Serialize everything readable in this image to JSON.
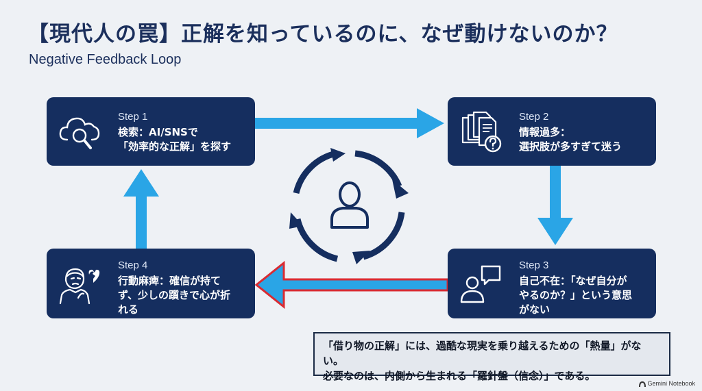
{
  "title": "【現代人の罠】正解を知っているのに、なぜ動けないのか？",
  "subtitle": "Negative Feedback Loop",
  "steps": [
    {
      "step": "Step 1",
      "lines": [
        "検索：AI/SNSで",
        "「効率的な正解」を探す"
      ],
      "icon": "cloud-search-icon"
    },
    {
      "step": "Step 2",
      "lines": [
        "情報過多：",
        "選択肢が多すぎて迷う"
      ],
      "icon": "documents-question-icon"
    },
    {
      "step": "Step 3",
      "lines": [
        "自己不在：「なぜ自分が",
        "やるのか？」という意思",
        "がない"
      ],
      "icon": "person-speech-icon"
    },
    {
      "step": "Step 4",
      "lines": [
        "行動麻痺：確信が持て",
        "ず、少しの躓きで心が折",
        "れる"
      ],
      "icon": "troubled-person-broken-heart-icon"
    }
  ],
  "note": {
    "line1": "「借り物の正解」には、過酷な現実を乗り越えるための「熱量」がない。",
    "line2": "必要なのは、内側から生まれる「羅針盤（信念）」である。"
  },
  "brand": "Gemini Notebook",
  "colors": {
    "card": "#152e5f",
    "arrow": "#2aa5e6",
    "arrow_alert": "#d92b32",
    "title": "#1b2f5c"
  }
}
